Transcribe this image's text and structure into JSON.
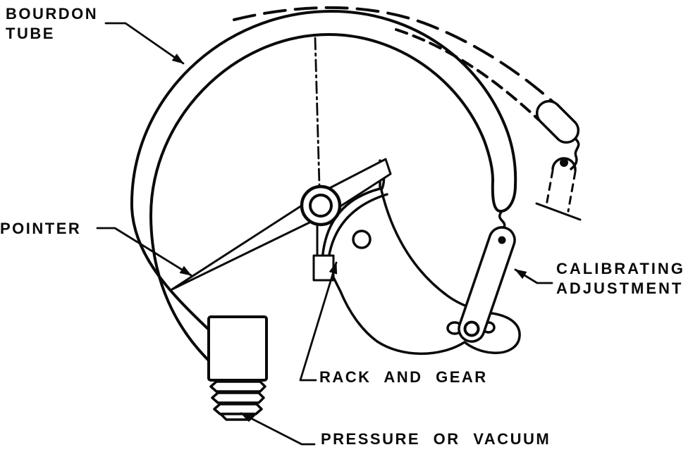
{
  "diagram": {
    "type": "technical-line-drawing",
    "subject": "Bourdon tube pressure gauge mechanism",
    "colors": {
      "ink": "#0a0a0a",
      "background": "#ffffff"
    },
    "labels": {
      "bourdon_tube": {
        "line1": "BOURDON",
        "line2": "TUBE"
      },
      "pointer": "POINTER",
      "calibrating_adjustment": {
        "line1": "CALIBRATING",
        "line2": "ADJUSTMENT"
      },
      "rack_and_gear": "RACK AND GEAR",
      "pressure_or_vacuum": "PRESSURE OR VACUUM"
    },
    "callouts": [
      "Bourdon tube (shown solid at rest, dashed when deflected)",
      "Pointer (solid position and dash-dot alternate position)",
      "Calibrating adjustment link",
      "Rack and gear sector",
      "Pressure or vacuum connection (threaded fitting)"
    ]
  }
}
